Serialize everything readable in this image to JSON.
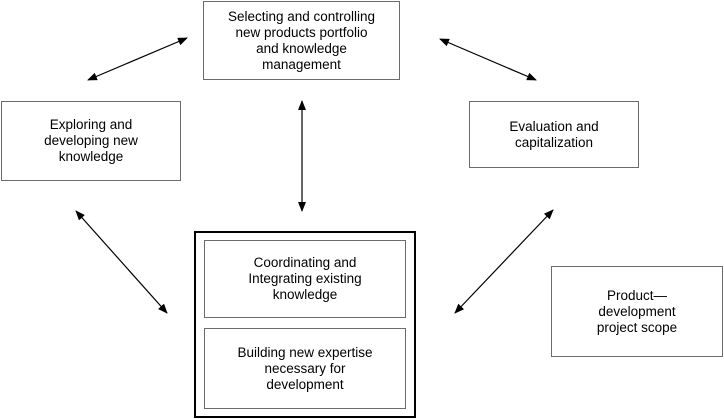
{
  "nodes": {
    "selecting": "Selecting and controlling\nnew products portfolio\nand knowledge\nmanagement",
    "exploring": "Exploring and\ndeveloping new\nknowledge",
    "evaluation": "Evaluation and\ncapitalization",
    "coordinating": "Coordinating and\nIntegrating existing\nknowledge",
    "building": "Building new expertise\nnecessary for\ndevelopment",
    "product": "Product—\ndevelopment\nproject scope"
  },
  "colors": {
    "line": "#000000",
    "box_border": "#6b6b6b"
  }
}
